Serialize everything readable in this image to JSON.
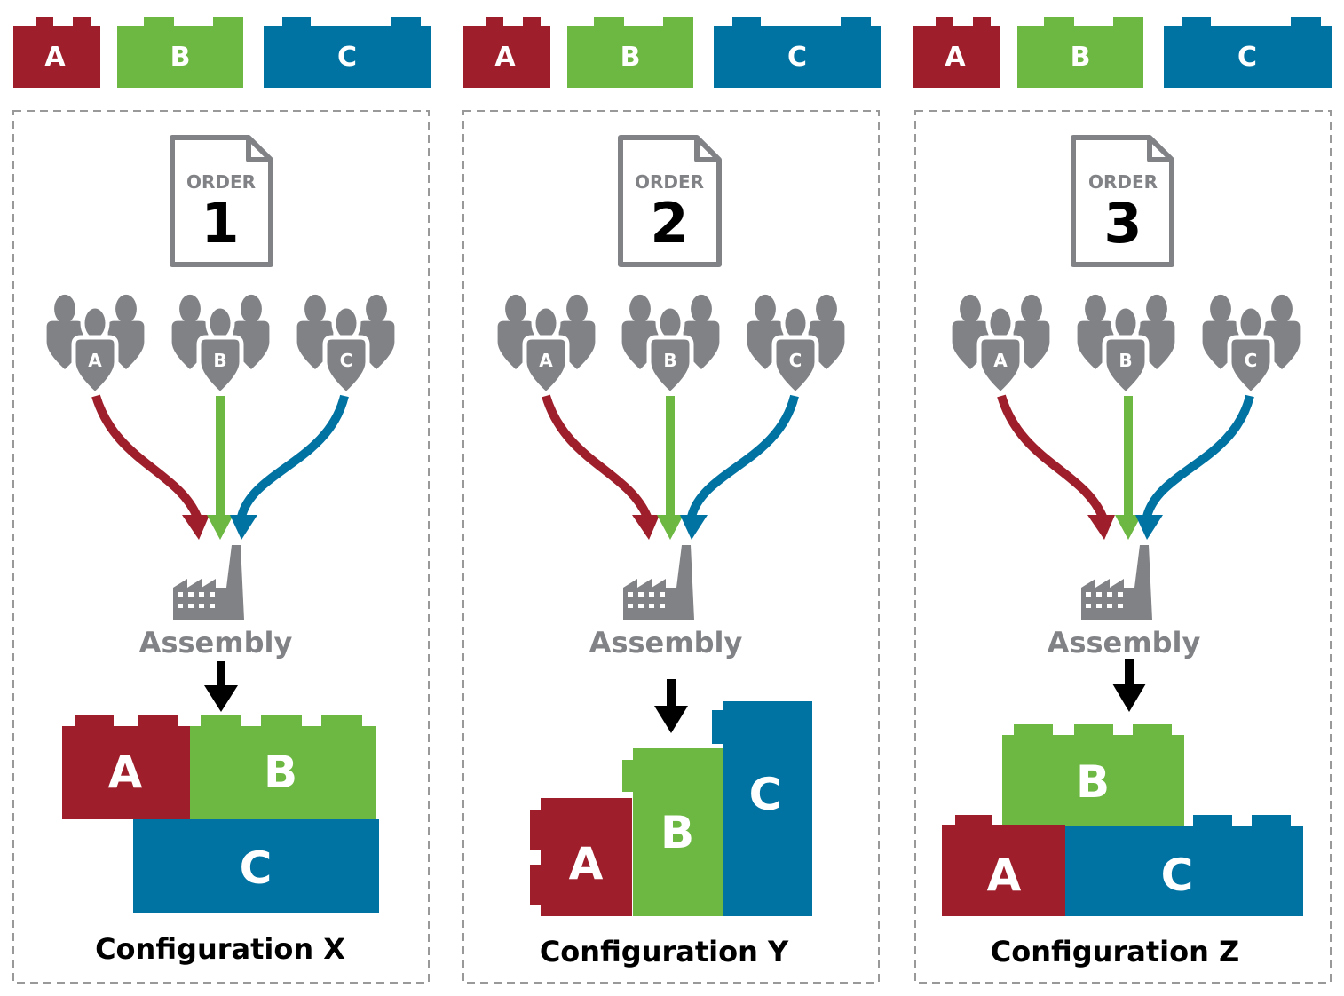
{
  "colors": {
    "a": "#9E1F2B",
    "b": "#6DB843",
    "c": "#0073A3",
    "gray": "#808285",
    "black": "#000000"
  },
  "icons": [
    "lego-brick-icon",
    "document-icon",
    "people-group-icon",
    "factory-icon",
    "arrow-down-icon"
  ],
  "panels": [
    {
      "top_bricks": [
        "A",
        "B",
        "C"
      ],
      "order_label": "ORDER",
      "order_number": "1",
      "teams": [
        "A",
        "B",
        "C"
      ],
      "assembly_label": "Assembly",
      "configuration": "Configuration X",
      "result": {
        "a": "A",
        "b": "B",
        "c": "C"
      }
    },
    {
      "top_bricks": [
        "A",
        "B",
        "C"
      ],
      "order_label": "ORDER",
      "order_number": "2",
      "teams": [
        "A",
        "B",
        "C"
      ],
      "assembly_label": "Assembly",
      "configuration": "Configuration Y",
      "result": {
        "a": "A",
        "b": "B",
        "c": "C"
      }
    },
    {
      "top_bricks": [
        "A",
        "B",
        "C"
      ],
      "order_label": "ORDER",
      "order_number": "3",
      "teams": [
        "A",
        "B",
        "C"
      ],
      "assembly_label": "Assembly",
      "configuration": "Configuration Z",
      "result": {
        "a": "A",
        "b": "B",
        "c": "C"
      }
    }
  ]
}
